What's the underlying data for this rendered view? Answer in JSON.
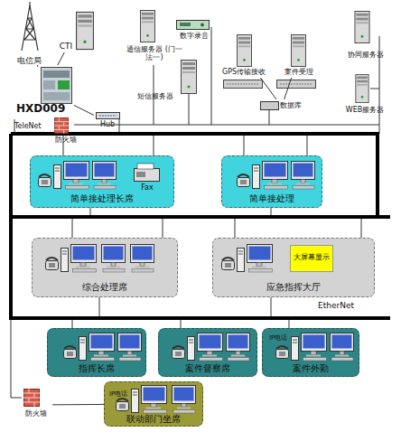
{
  "diagram": {
    "nodes": [
      {
        "text": [
          "电信局"
        ]
      },
      {
        "text": [
          "CTI"
        ]
      },
      {
        "text": [
          "通信服务器 (门一法一)"
        ]
      },
      {
        "text": [
          "数字录音"
        ]
      },
      {
        "text": [
          "协同服务器"
        ]
      },
      {
        "text": [
          "GPS传输接收"
        ]
      },
      {
        "text": [
          "案件受理"
        ]
      },
      {
        "text": [
          "HXD009"
        ]
      },
      {
        "text": [
          "短信服务器"
        ]
      },
      {
        "text": [
          "防火墙"
        ]
      },
      {
        "text": [
          "Hub"
        ]
      },
      {
        "text": [
          "数据库"
        ]
      },
      {
        "text": [
          "WEB服务器"
        ]
      },
      {
        "text": [
          "简单接处理长席"
        ]
      },
      {
        "text": [
          "Fax"
        ],
        "in": 13
      },
      {
        "text": [
          "简单接处理"
        ]
      },
      {
        "text": [
          "综合处理席"
        ]
      },
      {
        "text": [
          "应急指挥大厅"
        ]
      },
      {
        "text": [
          "大屏幕显示"
        ],
        "in": 17
      },
      {
        "text": [
          "指挥长席"
        ]
      },
      {
        "text": [
          "案件督察席"
        ]
      },
      {
        "text": [
          "案件外勤"
        ]
      },
      {
        "text": [
          "联动部门坐席"
        ]
      },
      {
        "text": [
          "防火墙"
        ]
      }
    ],
    "edges": [
      {
        "from": 0,
        "to": 7,
        "arrow": "none"
      },
      {
        "from": 1,
        "to": 7,
        "arrow": "none"
      },
      {
        "from": 7,
        "to": 9,
        "arrow": "none"
      },
      {
        "from": 7,
        "to": 10,
        "arrow": "none"
      },
      {
        "from": 5,
        "to": 11,
        "arrow": "none"
      },
      {
        "from": 6,
        "to": 11,
        "arrow": "none"
      },
      {
        "from": 23,
        "to": 22,
        "arrow": "none"
      }
    ],
    "labels": [
      "TeleNet",
      "EtherNet",
      "IP电话",
      "IP电话"
    ]
  }
}
